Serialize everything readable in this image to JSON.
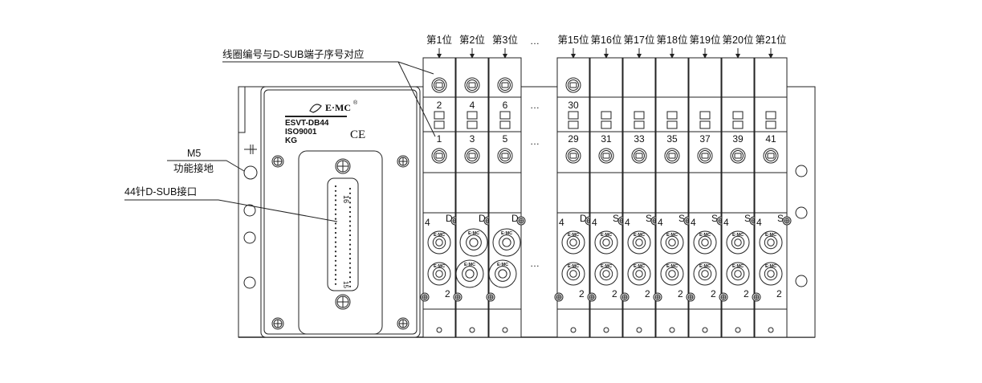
{
  "annotations": {
    "coil_note": "线圈编号与D-SUB端子序号对应",
    "m5": "M5",
    "ground": "功能接地",
    "dsub": "44针D-SUB接口",
    "ellipsis": "…"
  },
  "panel": {
    "brand": "E·MC",
    "registered": "®",
    "model": "ESVT-DB44",
    "cert": "ISO9001",
    "code": "KG",
    "ce": "CE",
    "pin_top": "16",
    "pin_bottom": "15"
  },
  "valves": [
    {
      "position": "第1位",
      "top": "2",
      "bottom": "1",
      "type": "D",
      "port4": "4",
      "port2": "2",
      "large_ports": false
    },
    {
      "position": "第2位",
      "top": "4",
      "bottom": "3",
      "type": "D",
      "port4": "",
      "port2": "",
      "large_ports": true
    },
    {
      "position": "第3位",
      "top": "6",
      "bottom": "5",
      "type": "D",
      "port4": "",
      "port2": "",
      "large_ports": true
    },
    {
      "position": "第15位",
      "top": "30",
      "bottom": "29",
      "type": "D",
      "port4": "4",
      "port2": "2",
      "large_ports": false
    },
    {
      "position": "第16位",
      "top": "",
      "bottom": "31",
      "type": "S",
      "port4": "4",
      "port2": "2",
      "large_ports": false
    },
    {
      "position": "第17位",
      "top": "",
      "bottom": "33",
      "type": "S",
      "port4": "4",
      "port2": "2",
      "large_ports": false
    },
    {
      "position": "第18位",
      "top": "",
      "bottom": "35",
      "type": "S",
      "port4": "4",
      "port2": "2",
      "large_ports": false
    },
    {
      "position": "第19位",
      "top": "",
      "bottom": "37",
      "type": "S",
      "port4": "4",
      "port2": "2",
      "large_ports": false
    },
    {
      "position": "第20位",
      "top": "",
      "bottom": "39",
      "type": "S",
      "port4": "4",
      "port2": "2",
      "large_ports": false
    },
    {
      "position": "第21位",
      "top": "",
      "bottom": "41",
      "type": "S",
      "port4": "4",
      "port2": "2",
      "large_ports": false
    }
  ],
  "fitting_label": "E·MC"
}
